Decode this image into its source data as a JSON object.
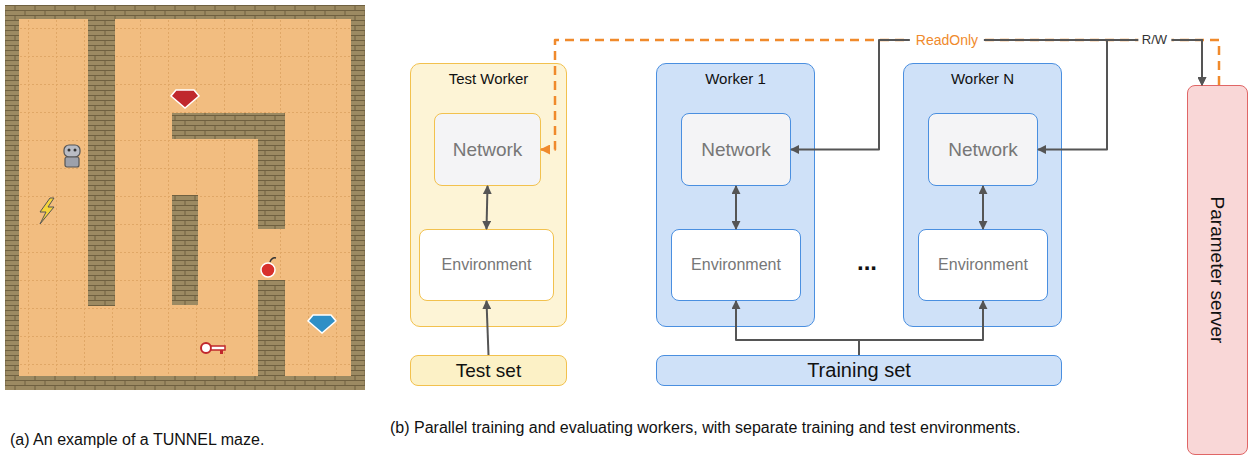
{
  "diagram": {
    "nodes": [
      {
        "text": [
          "Test Worker"
        ]
      },
      {
        "text": [
          "Network"
        ],
        "in": 0
      },
      {
        "text": [
          "Environment"
        ],
        "in": 0
      },
      {
        "text": [
          "Worker 1"
        ]
      },
      {
        "text": [
          "Network"
        ],
        "in": 3
      },
      {
        "text": [
          "Environment"
        ],
        "in": 3
      },
      {
        "text": [
          "Worker N"
        ]
      },
      {
        "text": [
          "Network"
        ],
        "in": 6
      },
      {
        "text": [
          "Environment"
        ],
        "in": 6
      },
      {
        "text": [
          "Parameter server"
        ]
      },
      {
        "text": [
          "Test set"
        ]
      },
      {
        "text": [
          "Training set"
        ]
      }
    ],
    "edges": [
      {
        "from": 9,
        "to": 1,
        "arrow": "to",
        "label": "ReadOnly"
      },
      {
        "from": 4,
        "to": 9,
        "arrow": "both"
      },
      {
        "from": 7,
        "to": 9,
        "arrow": "both"
      },
      {
        "from": 1,
        "to": 2,
        "arrow": "both"
      },
      {
        "from": 4,
        "to": 5,
        "arrow": "both"
      },
      {
        "from": 7,
        "to": 8,
        "arrow": "both"
      },
      {
        "from": 10,
        "to": 2,
        "arrow": "to"
      },
      {
        "from": 11,
        "to": 5,
        "arrow": "to"
      },
      {
        "from": 11,
        "to": 8,
        "arrow": "to"
      }
    ],
    "labels": [
      "R/W",
      "...",
      "(a) An example of a TUNNEL maze.",
      "(b) Parallel training and evaluating workers, with separate training and test environments."
    ]
  }
}
